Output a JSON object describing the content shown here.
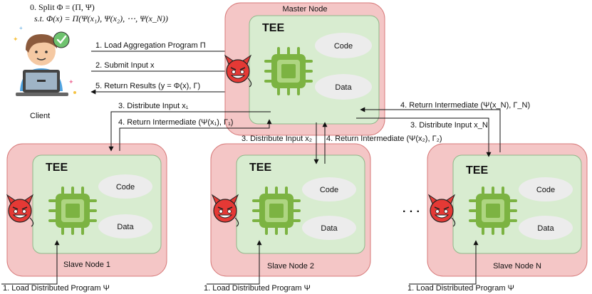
{
  "split": {
    "line1": "0. Split  Φ = (Π, Ψ)",
    "line2": "s.t. Φ(x) = Π(Ψ(x₁), Ψ(x₂), ⋯, Ψ(x_N))"
  },
  "client": {
    "label": "Client"
  },
  "master": {
    "title": "Master Node",
    "tee": "TEE",
    "code": "Code",
    "data": "Data"
  },
  "slaves": [
    {
      "title": "Slave Node 1",
      "tee": "TEE",
      "code": "Code",
      "data": "Data",
      "load": "1. Load Distributed Program  Ψ"
    },
    {
      "title": "Slave Node 2",
      "tee": "TEE",
      "code": "Code",
      "data": "Data",
      "load": "1. Load Distributed Program  Ψ"
    },
    {
      "title": "Slave Node N",
      "tee": "TEE",
      "code": "Code",
      "data": "Data",
      "load": "1. Load Distributed Program  Ψ"
    }
  ],
  "client_steps": {
    "load": "1. Load Aggregation Program  Π",
    "submit": "2. Submit Input  x",
    "return": "5. Return Results  (y = Φ(x), Γ)"
  },
  "distribute": {
    "d1": "3. Distribute Input  x₁",
    "r1": "4. Return Intermediate  (Ψ(x₁), Γ₁)",
    "d2": "3. Distribute Input  x₂",
    "r2": "4. Return Intermediate  (Ψ(x₂), Γ₂)",
    "dN": "3. Distribute Input  x_N",
    "rN": "4. Return Intermediate  (Ψ(x_N), Γ_N)"
  },
  "ellipsis": "· · ·",
  "colors": {
    "node_fill": "#f4c6c6",
    "node_stroke": "#d77a7a",
    "tee_fill": "#d8ecd0",
    "tee_stroke": "#8fb88a",
    "chip": "#7cb342",
    "devil": "#e53935"
  }
}
